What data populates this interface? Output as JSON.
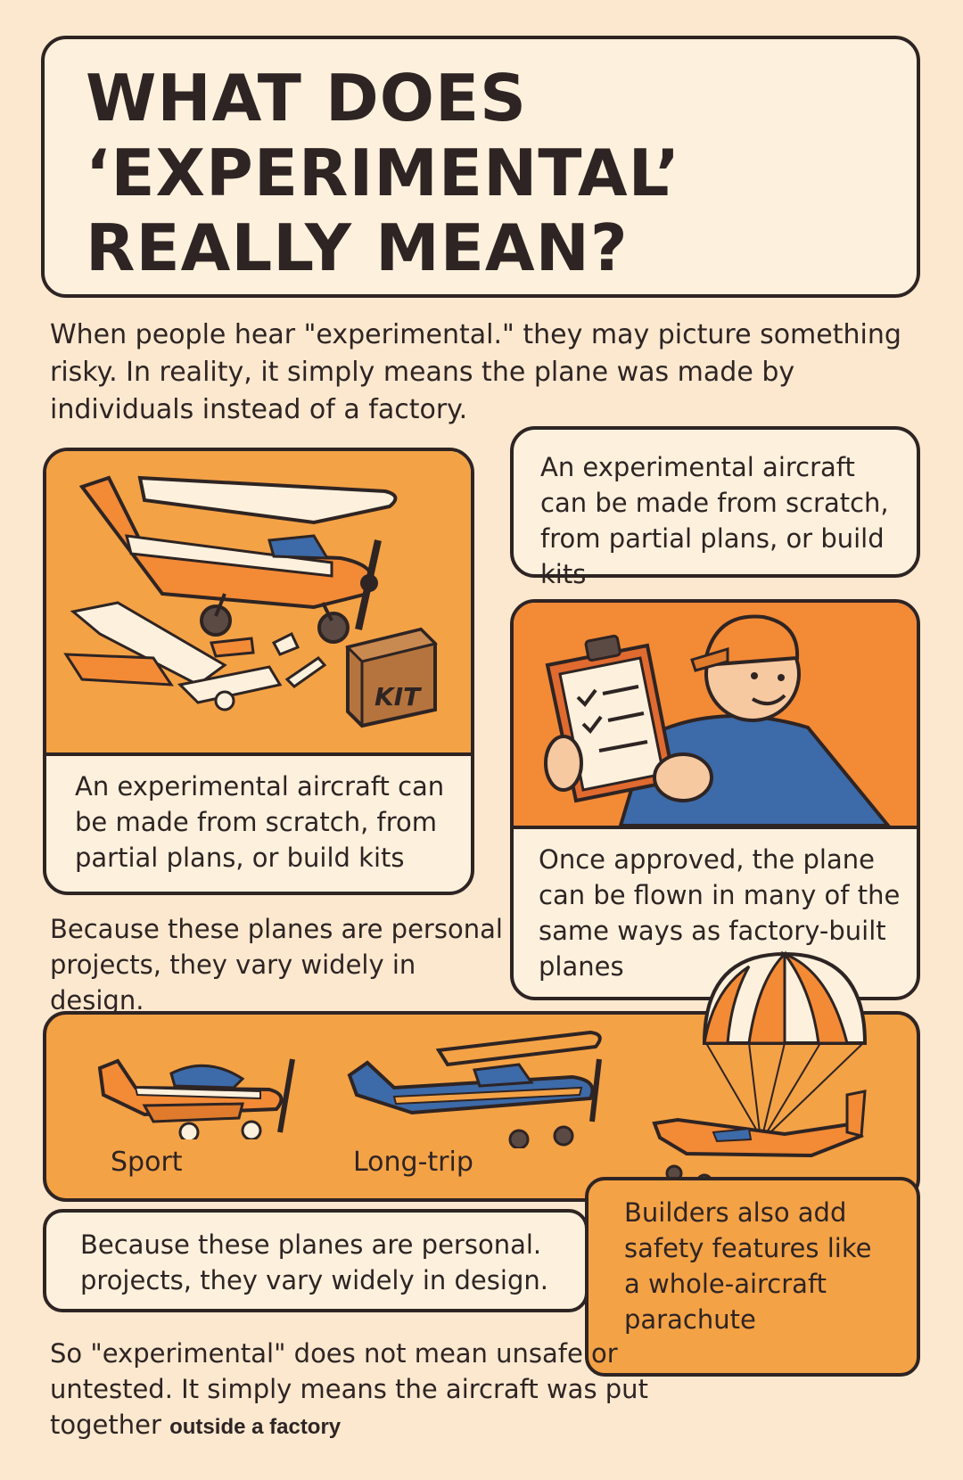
{
  "title": {
    "line1": "WHAT DOES",
    "line2": "‘EXPERIMENTAL’",
    "line3": "REALLY MEAN?"
  },
  "intro": "When people hear \"experimental.\" they may picture something risky. In reality, it simply means the plane was made by individuals instead of a factory.",
  "left_card": {
    "kit_label": "KIT",
    "text": "An experimental aircraft can be made from scratch, from partial plans, or build kits"
  },
  "right_top_card": {
    "text": "An experimental aircraft can be made from scratch, from partial plans, or build kits"
  },
  "right_mid_card": {
    "text": "Once approved, the plane can be flown in many of the same ways as factory-built planes"
  },
  "mid_text": "Because these planes are personal projects, they vary widely in design.",
  "bottom_panel": {
    "sport_label": "Sport",
    "longtrip_label": "Long-trip"
  },
  "bottom_left_card": {
    "text": "Because these planes are personal. projects, they vary widely in design."
  },
  "bottom_right_card": {
    "text": "Builders also add safety features like a whole-aircraft parachute"
  },
  "closing": {
    "main": "So \"experimental\" does not mean unsafe or untested. It simply means the aircraft was put together",
    "tail": "outside a factory"
  },
  "colors": {
    "background": "#fbe8cf",
    "card": "#fdf1dd",
    "orange": "#f4a246",
    "orange_deep": "#f38a36",
    "ink": "#2e2423",
    "blue": "#3d6aa8"
  }
}
